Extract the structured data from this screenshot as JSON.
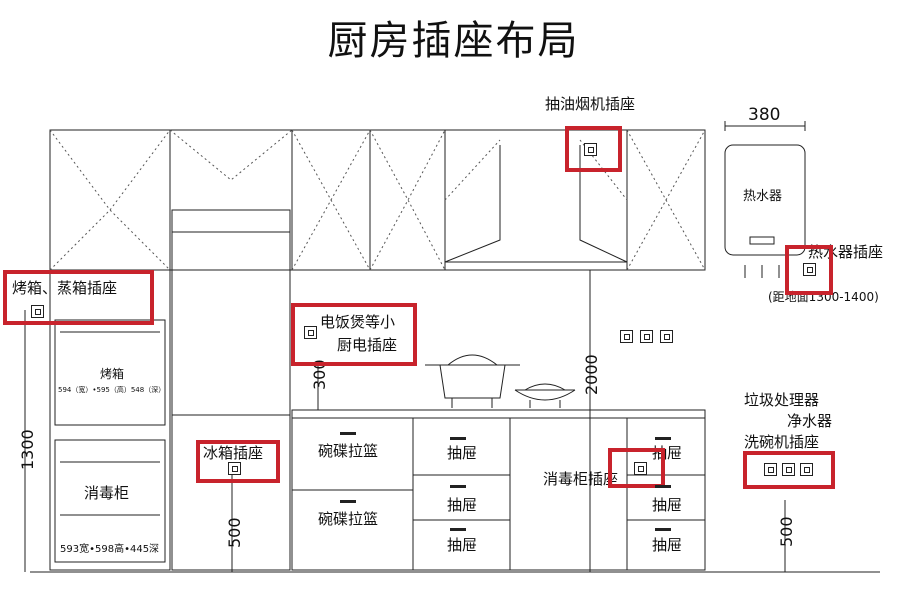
{
  "title": "厨房插座布局",
  "labels": {
    "hood_socket": "抽油烟机插座",
    "heater_width": "380",
    "water_heater": "热水器",
    "heater_socket": "热水器插座",
    "heater_height": "(距地面1300-1400)",
    "oven_steam_socket": "烤箱、蒸箱插座",
    "small_appliance_socket_line1": "电饭煲等小",
    "small_appliance_socket_line2": "厨电插座",
    "oven": "烤箱",
    "oven_spec": "594（宽）•595（高）548（深）",
    "disinfect_cabinet": "消毒柜",
    "disinfect_spec": "593宽•598高•445深",
    "fridge_socket": "冰箱插座",
    "basket_1": "碗碟拉篮",
    "basket_2": "碗碟拉篮",
    "drawer_1": "抽屉",
    "drawer_2": "抽屉",
    "drawer_3": "抽屉",
    "drawer_4": "抽屉",
    "drawer_5": "抽屉",
    "drawer_6": "抽屉",
    "disinfect_socket": "消毒柜插座",
    "right_line1": "垃圾处理器",
    "right_line2": "净水器",
    "right_line3": "洗碗机插座",
    "dim_1300": "1300",
    "dim_300": "300",
    "dim_2000": "2000",
    "dim_500_left": "500",
    "dim_500_right": "500"
  }
}
